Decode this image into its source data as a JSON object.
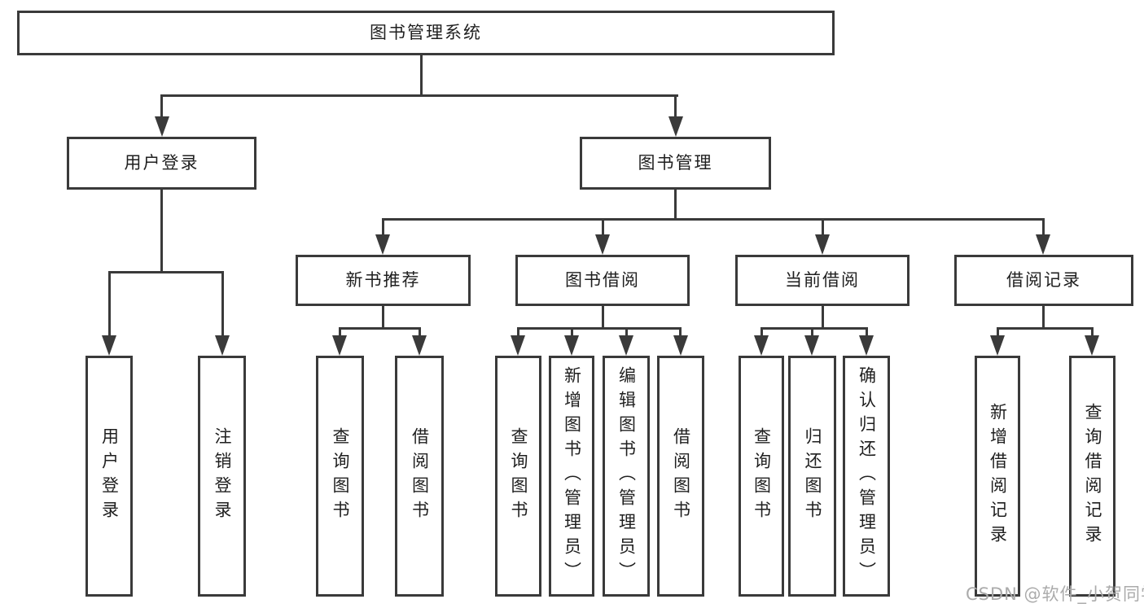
{
  "diagram": {
    "type": "hierarchy-tree",
    "watermark": "CSDN @软件_小贺同学",
    "colors": {
      "line": "#3a3a3a",
      "text": "#1f1f1f",
      "watermark": "#ababab",
      "background": "#ffffff"
    },
    "root": {
      "label": "图书管理系统"
    },
    "level2": [
      {
        "label": "用户登录"
      },
      {
        "label": "图书管理"
      }
    ],
    "level3": [
      {
        "label": "新书推荐"
      },
      {
        "label": "图书借阅"
      },
      {
        "label": "当前借阅"
      },
      {
        "label": "借阅记录"
      }
    ],
    "leaves": [
      {
        "label": "用户登录"
      },
      {
        "label": "注销登录"
      },
      {
        "label": "查询图书"
      },
      {
        "label": "借阅图书"
      },
      {
        "label": "查询图书"
      },
      {
        "label": "新增图书（管理员）"
      },
      {
        "label": "编辑图书（管理员）"
      },
      {
        "label": "借阅图书"
      },
      {
        "label": "查询图书"
      },
      {
        "label": "归还图书"
      },
      {
        "label": "确认归还（管理员）"
      },
      {
        "label": "新增借阅记录"
      },
      {
        "label": "查询借阅记录"
      }
    ]
  }
}
